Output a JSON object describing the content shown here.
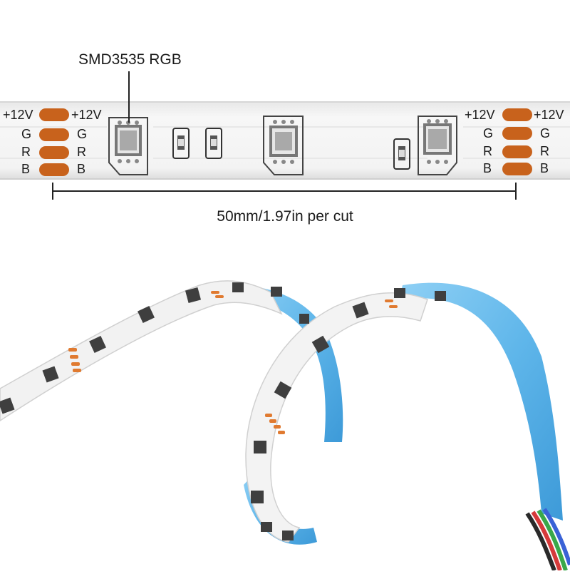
{
  "callout": {
    "text": "SMD3535 RGB"
  },
  "measurement": {
    "text": "50mm/1.97in per cut"
  },
  "left_pads": {
    "outer_labels": [
      "+12V",
      "G",
      "R",
      "B"
    ],
    "inner_labels": [
      "+12V",
      "G",
      "R",
      "B"
    ]
  },
  "right_pads": {
    "inner_labels": [
      "+12V",
      "G",
      "R",
      "B"
    ],
    "outer_labels": [
      "+12V",
      "G",
      "R",
      "B"
    ]
  },
  "colors": {
    "strip": "#f1f1f1",
    "pad": "#c8621c",
    "backing_tape": "#5fb6ea",
    "led_body": "#4d4d4d",
    "text": "#1a1a1a"
  }
}
